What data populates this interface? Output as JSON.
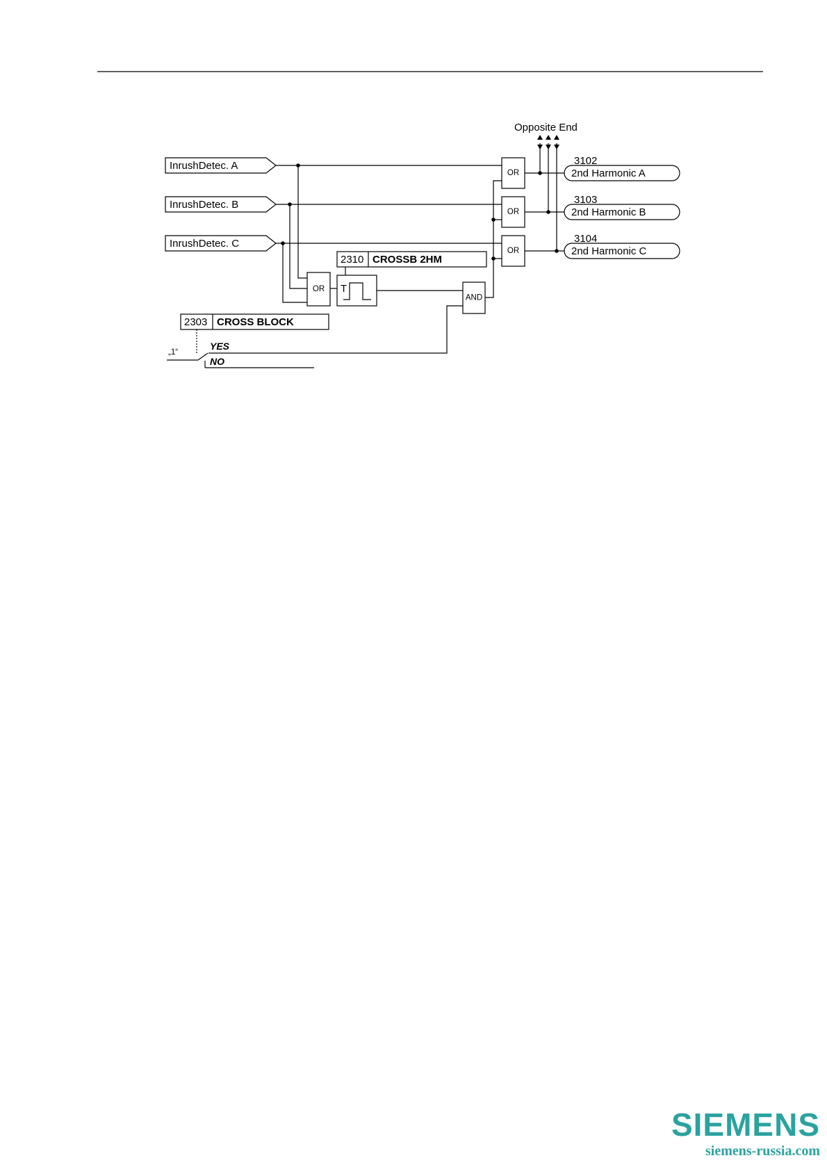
{
  "inputs": {
    "a": "InrushDetec. A",
    "b": "InrushDetec. B",
    "c": "InrushDetec. C"
  },
  "gates": {
    "or_label": "OR",
    "and_label": "AND",
    "timer_label": "T"
  },
  "parameters": {
    "crossb_2hm": {
      "number": "2310",
      "name": "CROSSB 2HM"
    },
    "cross_block": {
      "number": "2303",
      "name": "CROSS BLOCK"
    }
  },
  "switch": {
    "constant": "„1“",
    "yes": "YES",
    "no": "NO"
  },
  "opposite_end": "Opposite End",
  "outputs": [
    {
      "number": "3102",
      "label": "2nd Harmonic A"
    },
    {
      "number": "3103",
      "label": "2nd Harmonic B"
    },
    {
      "number": "3104",
      "label": "2nd Harmonic C"
    }
  ],
  "logo": {
    "brand": "SIEMENS",
    "site": "siemens-russia.com"
  }
}
